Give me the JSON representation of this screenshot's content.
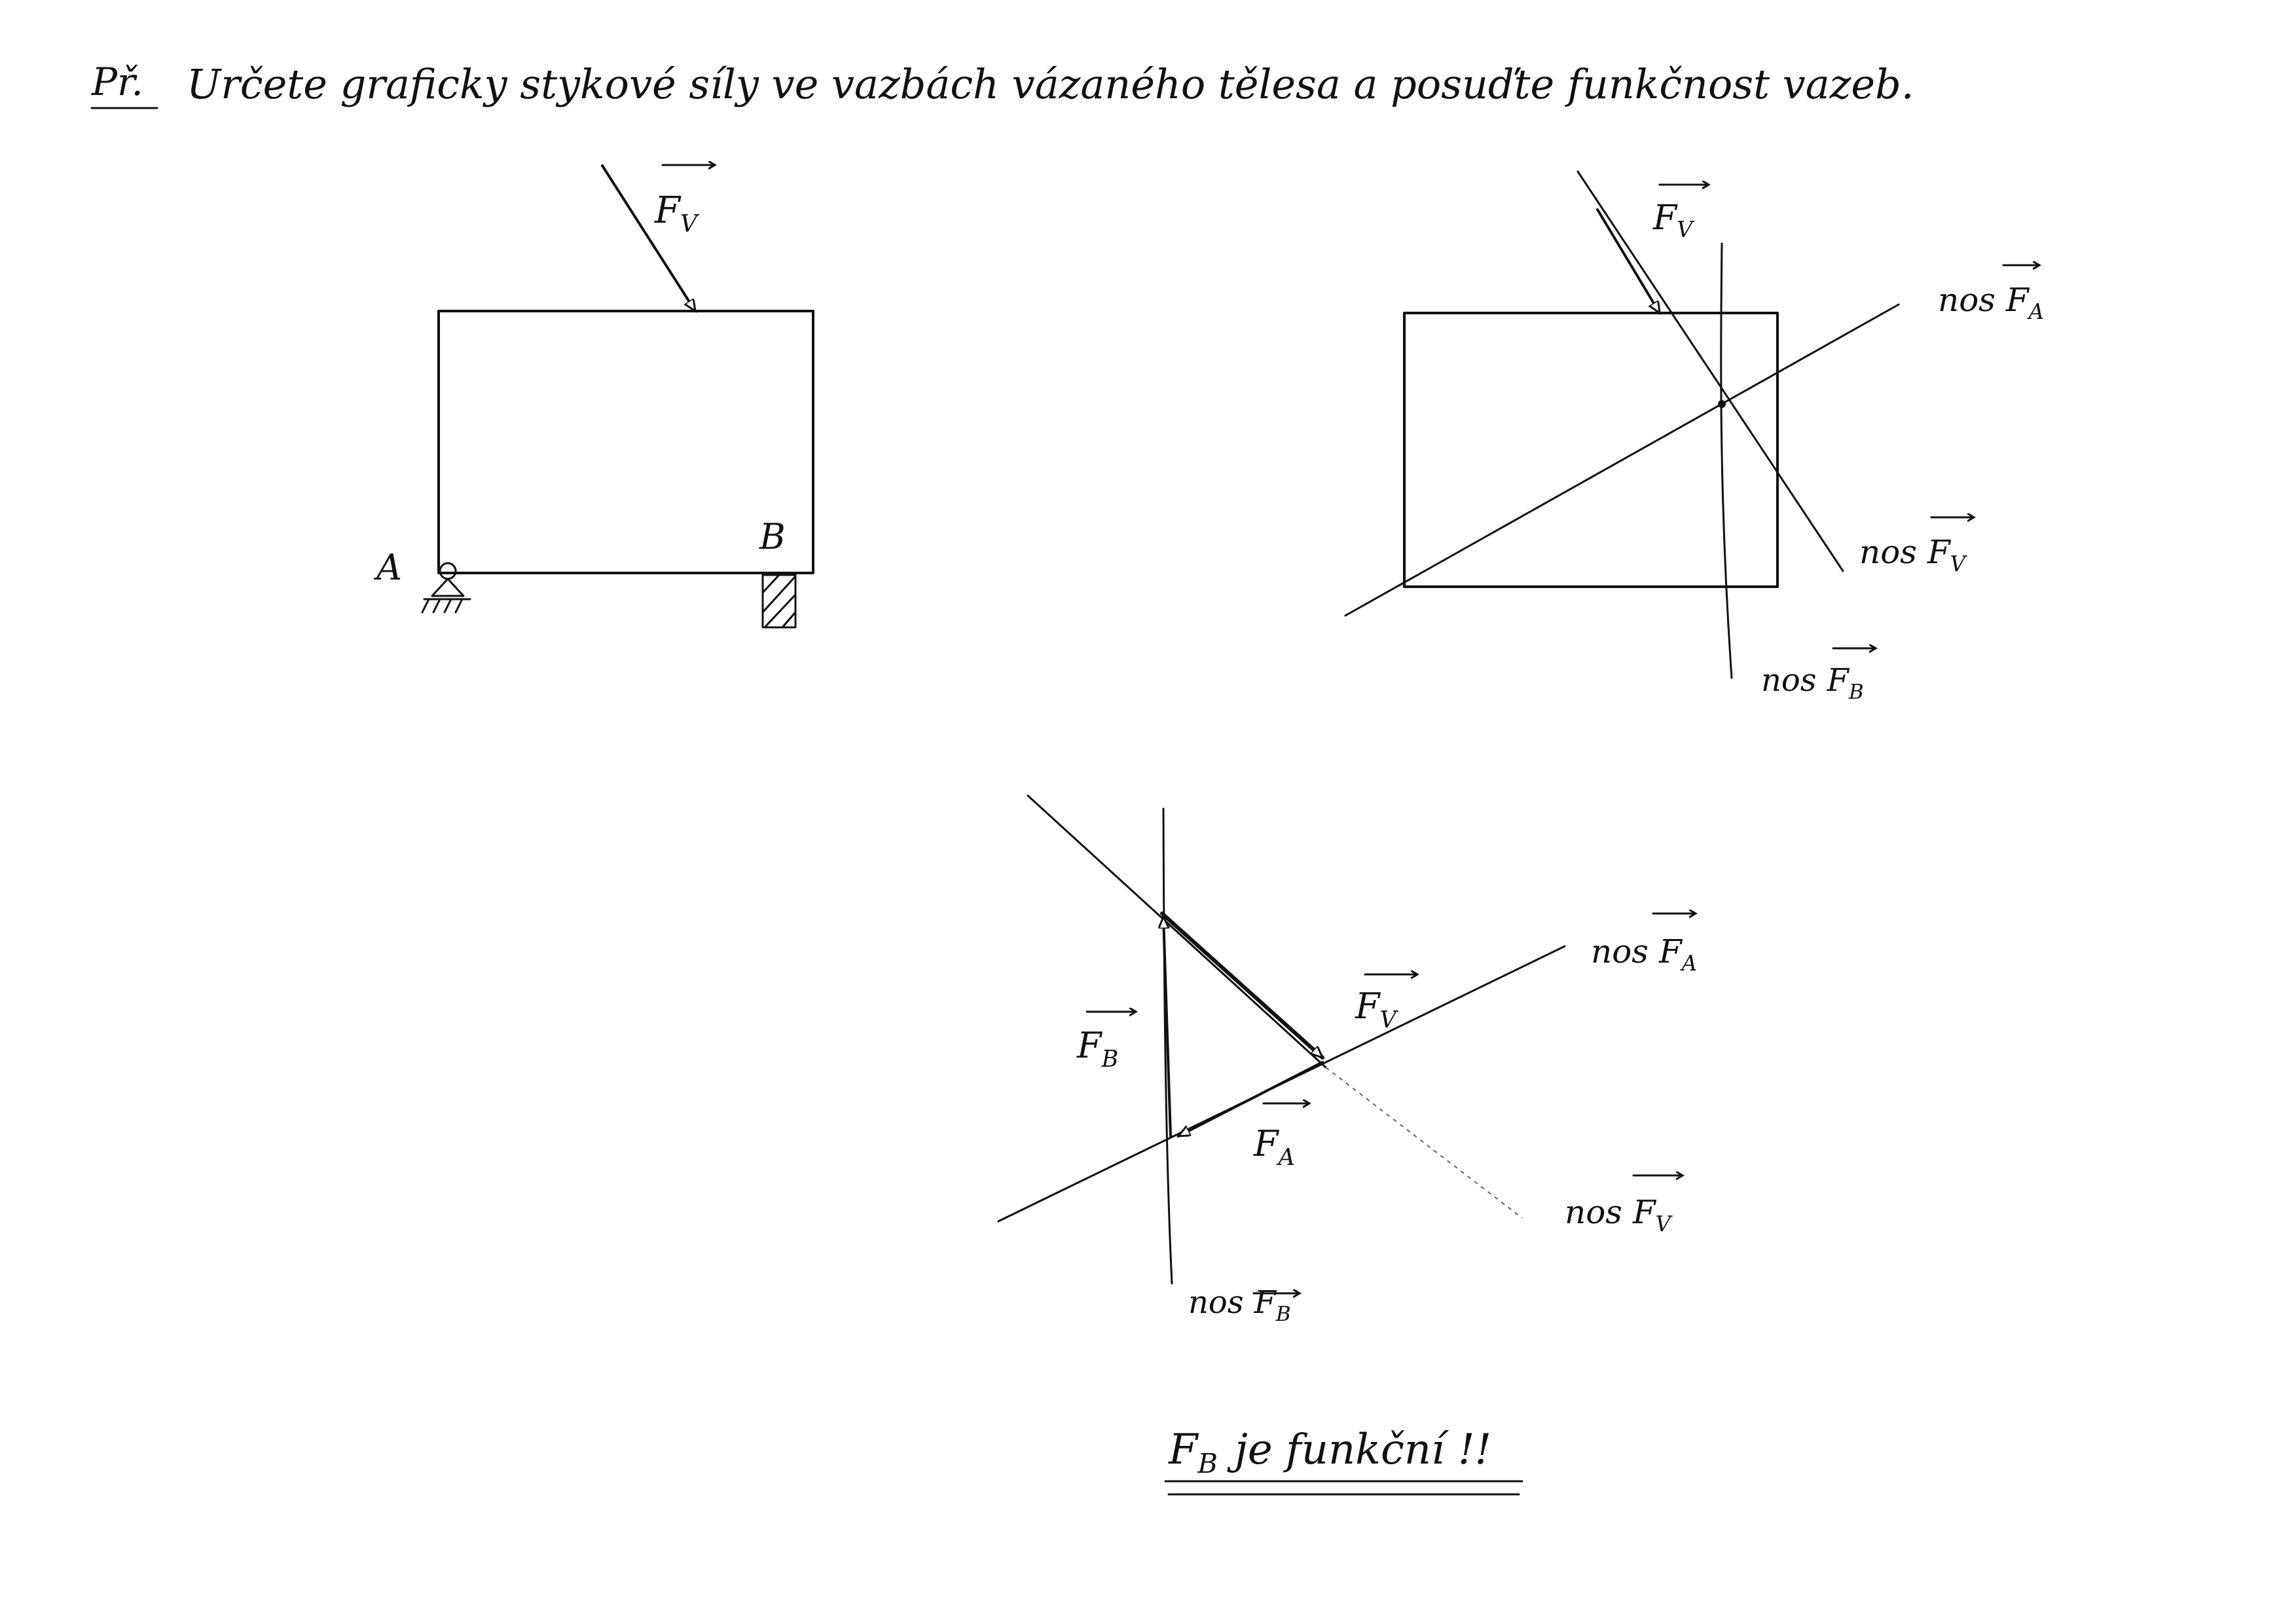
{
  "task": {
    "prefix": "Př.",
    "text": "Určete graficky stykové síly ve vazbách vázaného tělesa a posuďte funkčnost vazeb."
  },
  "labels": {
    "force_v": "F",
    "force_v_sub": "V",
    "force_a": "F",
    "force_a_sub": "A",
    "force_b": "F",
    "force_b_sub": "B",
    "support_a": "A",
    "support_b": "B",
    "nos_prefix": "nos"
  },
  "conclusion": {
    "force": "F",
    "force_sub": "B",
    "text": "je funkční !!"
  }
}
